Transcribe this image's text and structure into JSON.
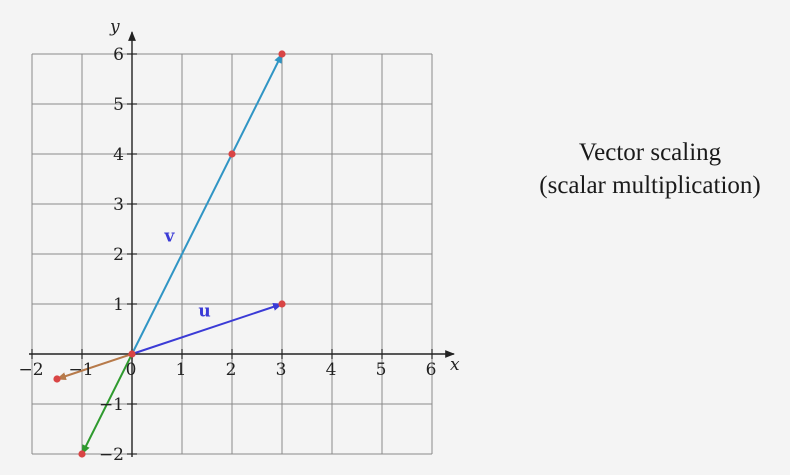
{
  "axes": {
    "x_label": "x",
    "y_label": "y",
    "xlim": [
      -2,
      6
    ],
    "ylim": [
      -2,
      6
    ],
    "x_tick_labels": [
      "−2",
      "−1",
      "0",
      "1",
      "2",
      "3",
      "4",
      "5",
      "6"
    ],
    "y_tick_labels": [
      "−2",
      "−1",
      "1",
      "2",
      "3",
      "4",
      "5",
      "6"
    ],
    "grid": true
  },
  "vectors": [
    {
      "name": "u",
      "label": "u",
      "from": [
        0,
        0
      ],
      "to": [
        3,
        1
      ],
      "color": "#3b3bd6",
      "labeled": true
    },
    {
      "name": "v",
      "label": "v",
      "from": [
        0,
        0
      ],
      "to": [
        3,
        6
      ],
      "color": "#2f95c4",
      "labeled": true
    },
    {
      "name": "neg-u-half",
      "label": "",
      "from": [
        0,
        0
      ],
      "to": [
        -1.5,
        -0.5
      ],
      "color": "#b77a4a",
      "labeled": false
    },
    {
      "name": "neg-v-third",
      "label": "",
      "from": [
        0,
        0
      ],
      "to": [
        -1,
        -2
      ],
      "color": "#2e9a2e",
      "labeled": false
    }
  ],
  "points": [
    [
      0,
      0
    ],
    [
      3,
      1
    ],
    [
      2,
      4
    ],
    [
      3,
      6
    ],
    [
      -1.5,
      -0.5
    ],
    [
      -1,
      -2
    ]
  ],
  "point_color": "#d94545",
  "caption": {
    "line1": "Vector scaling",
    "line2": "(scalar multiplication)"
  }
}
